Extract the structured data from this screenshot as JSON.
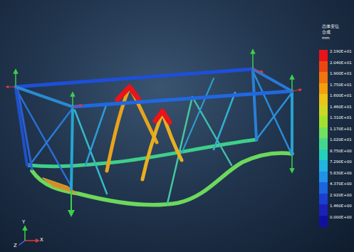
{
  "diagram": {
    "labels": [
      "总体变位",
      "合成",
      "mm",
      "Y",
      "Z",
      "X"
    ],
    "legend": [
      {
        "text": "2.190E+01",
        "color": "#e8141a"
      },
      {
        "text": "2.040E+01",
        "color": "#ef4512"
      },
      {
        "text": "1.900E+01",
        "color": "#f2740e"
      },
      {
        "text": "1.750E+01",
        "color": "#f59d0c"
      },
      {
        "text": "1.600E+01",
        "color": "#ecc316"
      },
      {
        "text": "1.460E+01",
        "color": "#cdd820"
      },
      {
        "text": "1.310E+01",
        "color": "#a2e02e"
      },
      {
        "text": "1.170E+01",
        "color": "#72e05c"
      },
      {
        "text": "1.020E+01",
        "color": "#44d88e"
      },
      {
        "text": "8.750E+00",
        "color": "#24d0bc"
      },
      {
        "text": "7.290E+00",
        "color": "#20b4e0"
      },
      {
        "text": "5.830E+00",
        "color": "#2090e8"
      },
      {
        "text": "4.370E+00",
        "color": "#1c64e0"
      },
      {
        "text": "2.920E+00",
        "color": "#1a3ed0"
      },
      {
        "text": "1.460E+00",
        "color": "#1a20b8"
      },
      {
        "text": "0.000E+00",
        "color": "#1010a0"
      }
    ]
  }
}
